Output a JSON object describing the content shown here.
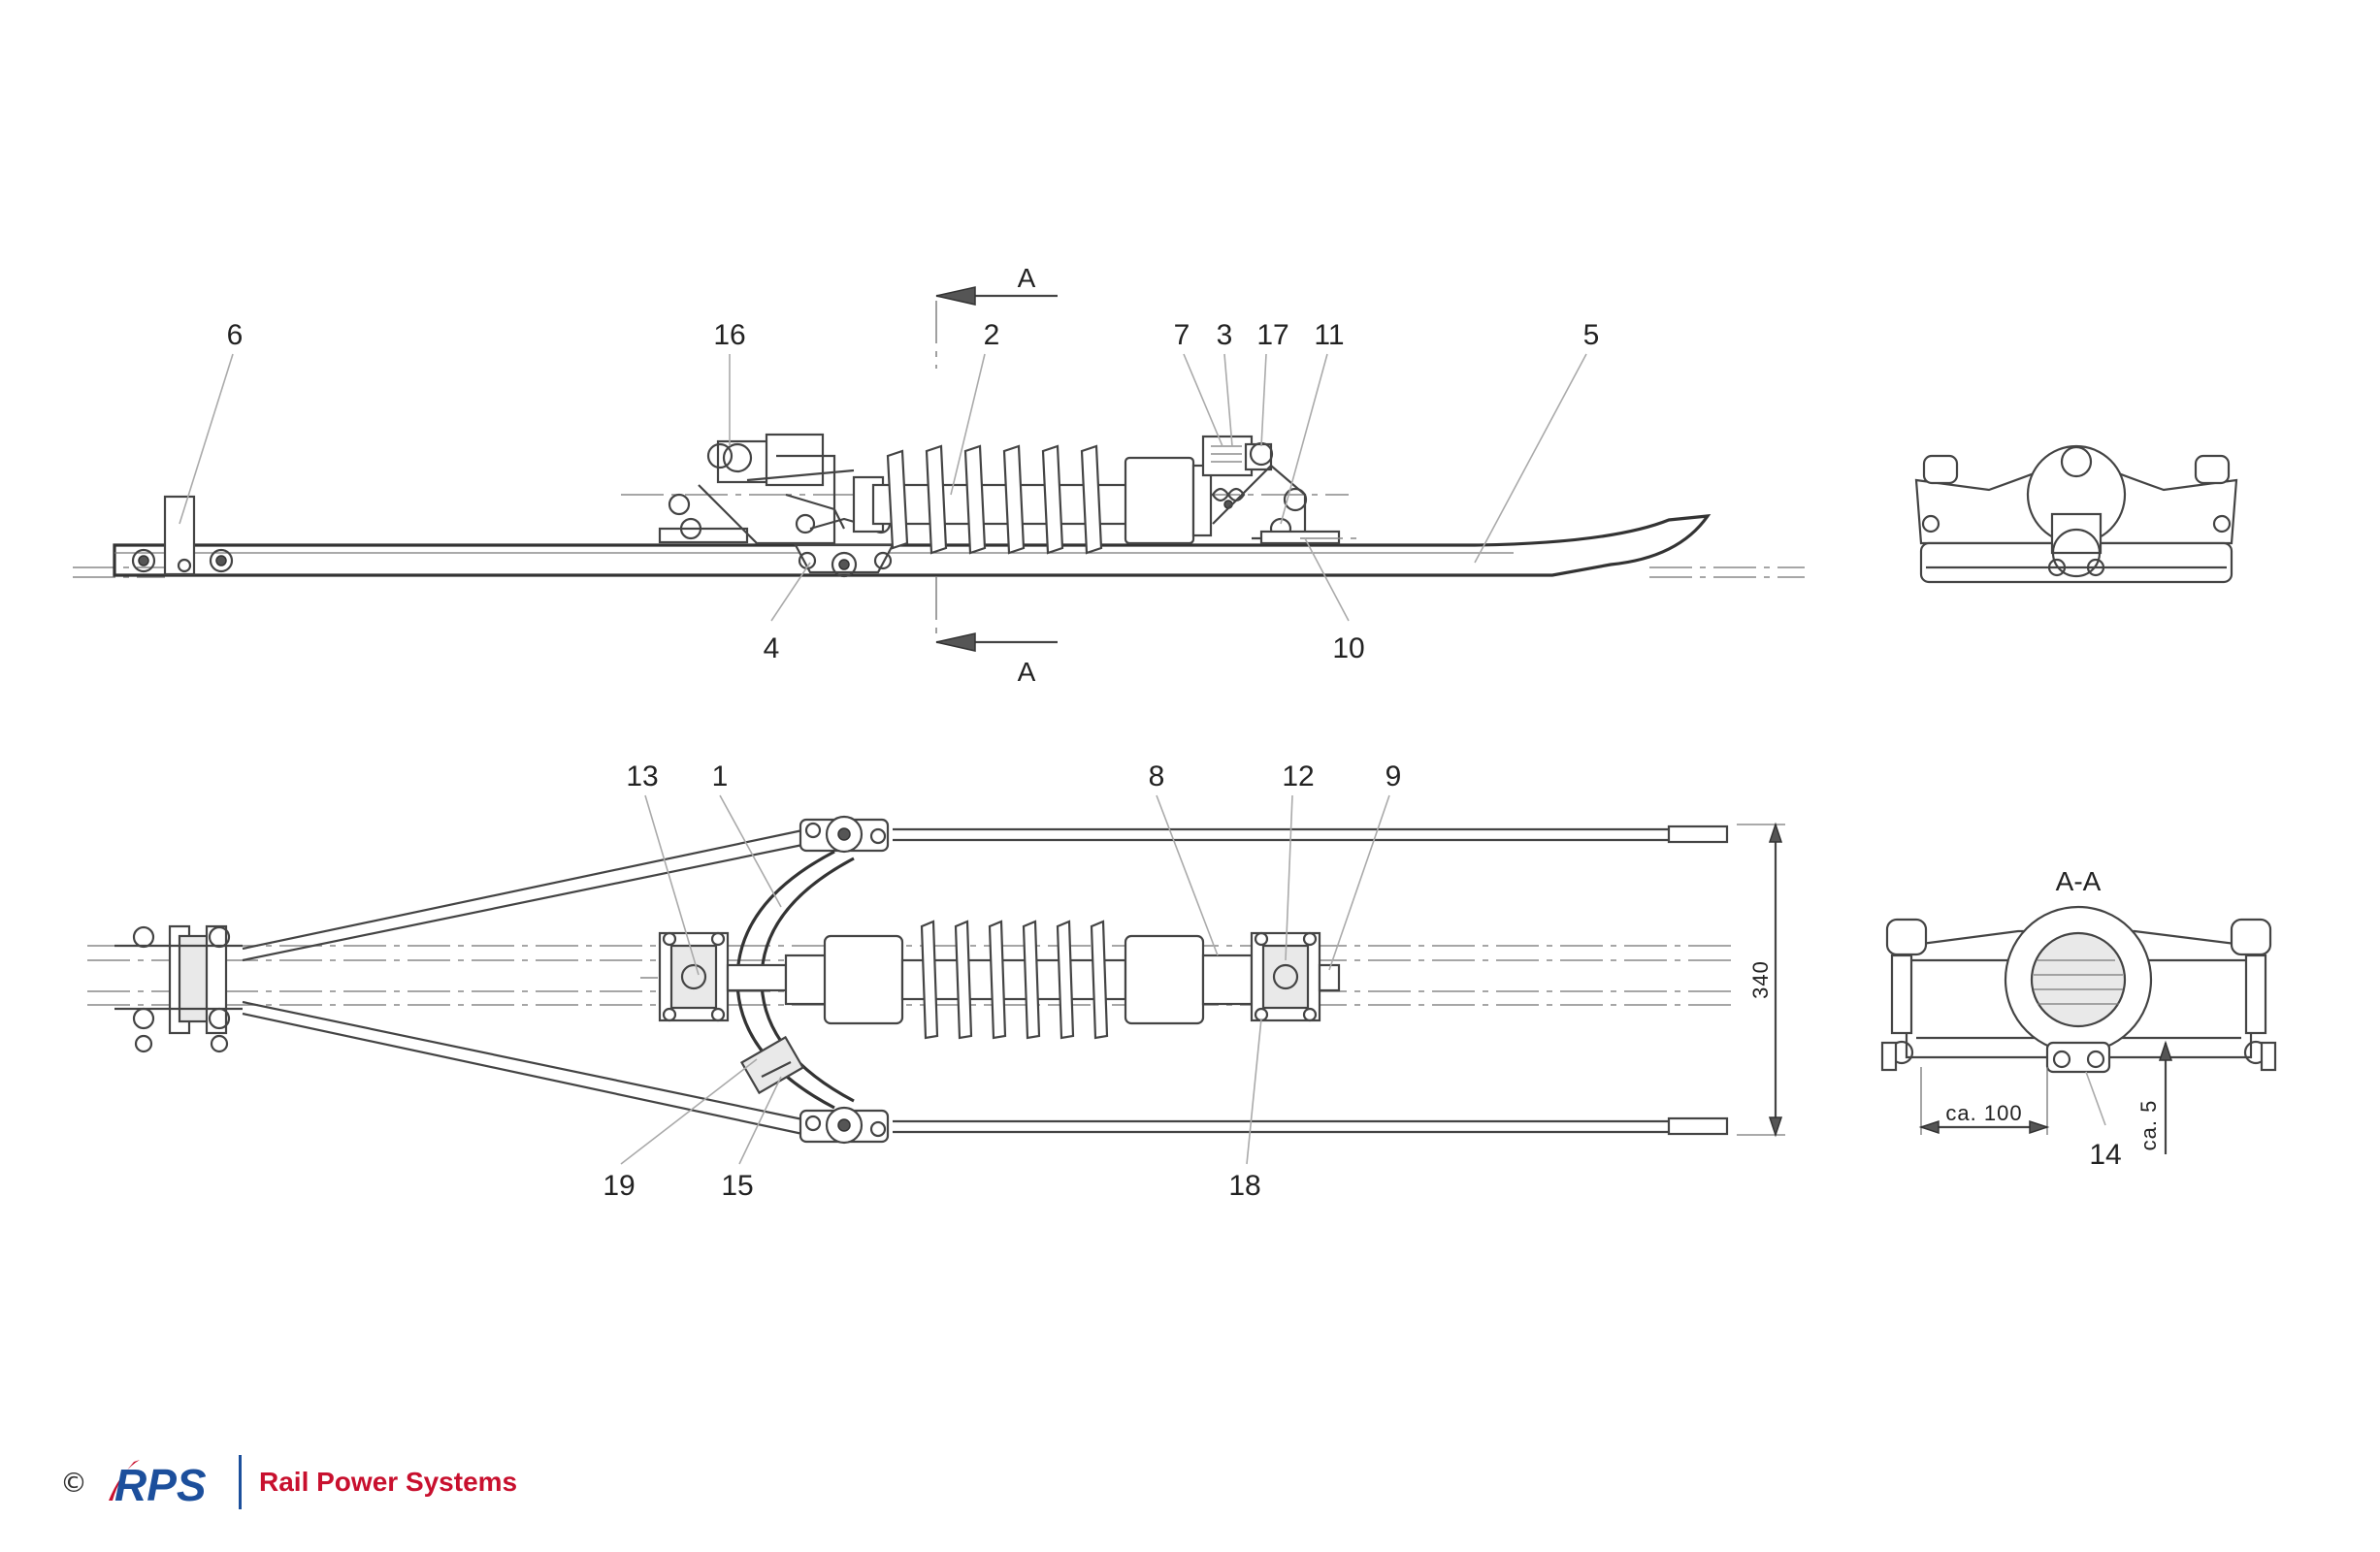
{
  "drawing": {
    "part_numbers": [
      "1",
      "2",
      "3",
      "4",
      "5",
      "6",
      "7",
      "8",
      "9",
      "10",
      "11",
      "12",
      "13",
      "14",
      "15",
      "16",
      "17",
      "18",
      "19"
    ],
    "section_marker": "A",
    "section_view_title": "A-A",
    "dimensions": {
      "width": "340",
      "offset": "ca. 100",
      "gap": "ca. 5"
    }
  },
  "footer": {
    "copyright_symbol": "©",
    "logo_text": "RPS",
    "company": "Rail Power Systems",
    "colors": {
      "logo_blue": "#1c4f9c",
      "logo_red": "#c8102e"
    }
  }
}
